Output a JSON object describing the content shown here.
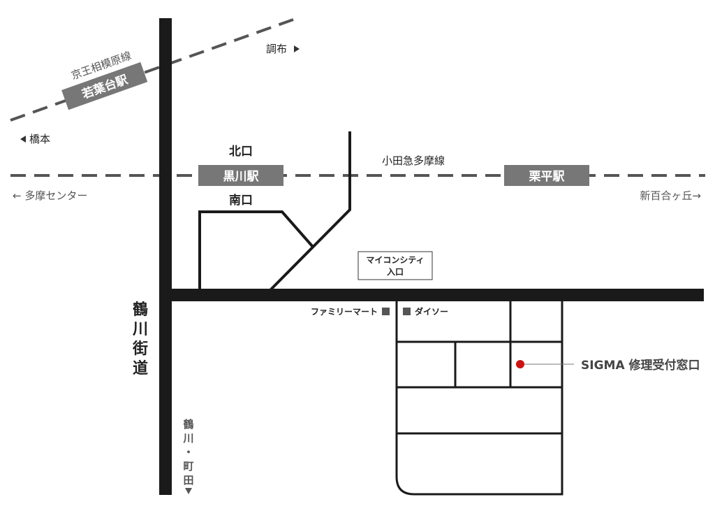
{
  "colors": {
    "road": "#1a1a1a",
    "rail": "#555555",
    "station_box": "#777777",
    "marker": "#cc1111",
    "text_gray": "#555555"
  },
  "keio_line": {
    "line_name": "京王相模原線",
    "station": "若葉台駅",
    "east_label": "調布",
    "west_label": "橋本"
  },
  "odakyu_line": {
    "line_name": "小田急多摩線",
    "station_kurokawa": "黒川駅",
    "station_kurihira": "栗平駅",
    "west_label": "← 多摩センター",
    "east_label": "新百合ヶ丘→",
    "north_exit": "北口",
    "south_exit": "南口"
  },
  "roads": {
    "tsurukawa_kaido": [
      "鶴",
      "川",
      "街",
      "道"
    ],
    "south_direction": [
      "鶴",
      "川",
      "・",
      "町",
      "田"
    ]
  },
  "landmarks": {
    "mycon_city_line1": "マイコンシティ",
    "mycon_city_line2": "入口",
    "family_mart": "ファミリーマート",
    "daiso": "ダイソー"
  },
  "destination": {
    "label": "SIGMA 修理受付窓口"
  },
  "icons": {
    "arrow_right": "triangle-right-icon",
    "arrow_left": "triangle-left-icon",
    "arrow_down": "triangle-down-icon",
    "shop": "square-icon",
    "marker": "location-dot-icon"
  }
}
